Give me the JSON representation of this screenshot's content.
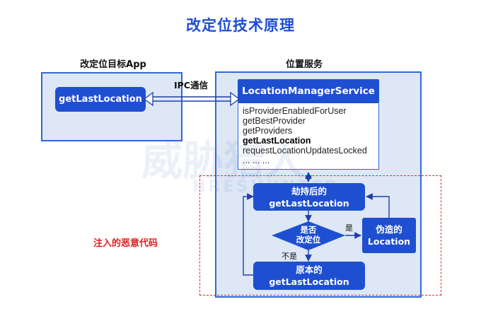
{
  "title": "改定位技术原理",
  "left_panel": {
    "label": "改定位目标App",
    "button": "getLastLocation"
  },
  "ipc_label": "IPC通信",
  "right_panel": {
    "label": "位置服务",
    "service_title": "LocationManagerService",
    "methods": [
      "isProviderEnabledForUser",
      "getBestProvider",
      "getProviders",
      "getLastLocation",
      "requestLocationUpdatesLocked",
      "... ... ..."
    ],
    "highlighted_method": "getLastLocation"
  },
  "injected_label": "注入的恶意代码",
  "hijacked_box": "劫持后的\ngetLastLocation",
  "decision": "是否\n改定位",
  "yes_label": "是",
  "no_label": "不是",
  "fake_box": "伪造的\nLocation",
  "original_box": "原本的\ngetLastLocation",
  "watermark": {
    "cn": "威胁猎人",
    "en": "HRESHUNTER"
  },
  "colors": {
    "primary": "#1f4fd1",
    "panel_bg": "#dde7f6",
    "border": "#2f68d6",
    "danger": "#e02020"
  }
}
